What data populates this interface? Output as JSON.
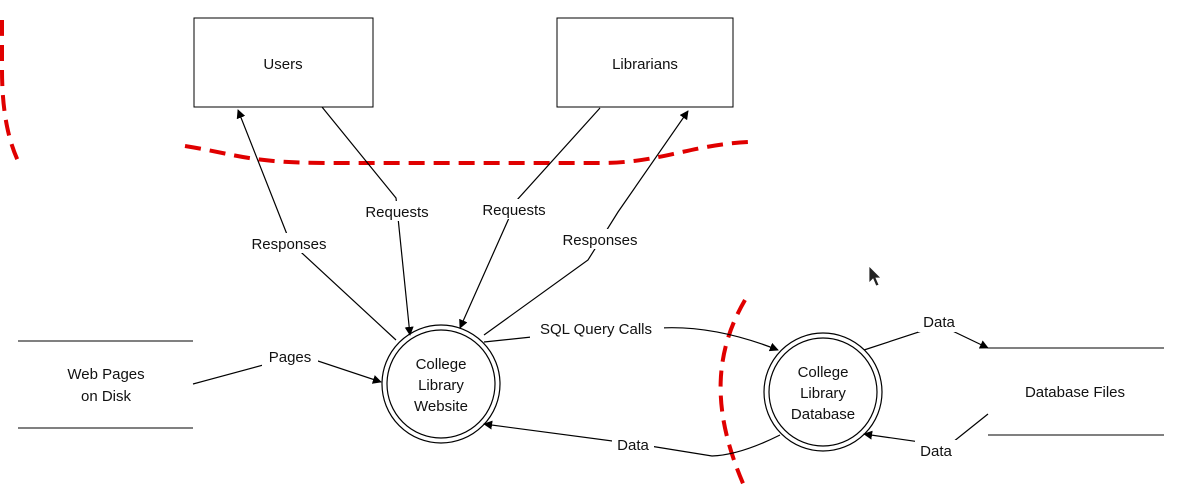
{
  "entities": {
    "users": "Users",
    "librarians": "Librarians"
  },
  "processes": {
    "website": [
      "College",
      "Library",
      "Website"
    ],
    "database": [
      "College",
      "Library",
      "Database"
    ]
  },
  "stores": {
    "web_pages": [
      "Web Pages",
      "on Disk"
    ],
    "database_files": "Database Files"
  },
  "flows": {
    "users_requests": "Requests",
    "users_responses": "Responses",
    "librarians_requests": "Requests",
    "librarians_responses": "Responses",
    "pages": "Pages",
    "sql_calls": "SQL Query Calls",
    "db_to_website": "Data",
    "db_to_files": "Data",
    "files_to_db": "Data"
  },
  "colors": {
    "trust_boundary": "#e00000",
    "lines": "#000000"
  }
}
